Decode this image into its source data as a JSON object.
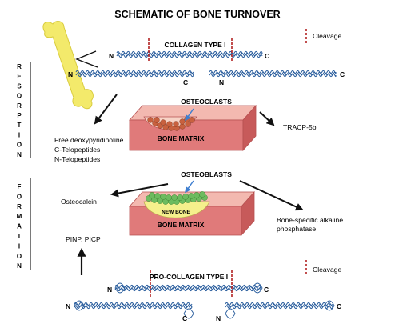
{
  "title": "SCHEMATIC OF BONE TURNOVER",
  "legend": {
    "label": "Cleavage",
    "color": "#b22222"
  },
  "sections": {
    "resorption": {
      "letters": [
        "R",
        "E",
        "S",
        "O",
        "R",
        "P",
        "T",
        "I",
        "O",
        "N"
      ]
    },
    "formation": {
      "letters": [
        "F",
        "O",
        "R",
        "M",
        "A",
        "T",
        "I",
        "O",
        "N"
      ]
    }
  },
  "resorption": {
    "collagen_label": "COLLAGEN TYPE I",
    "cell_label": "OSTEOCLASTS",
    "matrix_label": "BONE MATRIX",
    "markers_left": [
      "Free deoxypyridinoline",
      "C-Telopeptides",
      "N-Telopeptides"
    ],
    "marker_right": "TRACP-5b"
  },
  "formation": {
    "collagen_label": "PRO-COLLAGEN TYPE I",
    "cell_label": "OSTEOBLASTS",
    "new_bone_label": "NEW BONE",
    "matrix_label": "BONE MATRIX",
    "marker_left": "Osteocalcin",
    "marker_right": [
      "Bone-specific alkaline",
      "phosphatase"
    ],
    "marker_bottom": "PINP, PICP"
  },
  "termini": {
    "n": "N",
    "c": "C"
  },
  "colors": {
    "helix": "#2c5f9e",
    "block_front": "#e07a7a",
    "block_top": "#f3b9b0",
    "block_side": "#c75a5a",
    "osteoclast": "#c8613f",
    "osteoblast": "#6dbb5f",
    "new_bone": "#f5f08c",
    "bone_icon": "#f3ea6b",
    "cell_arrow": "#3f7fd0"
  }
}
